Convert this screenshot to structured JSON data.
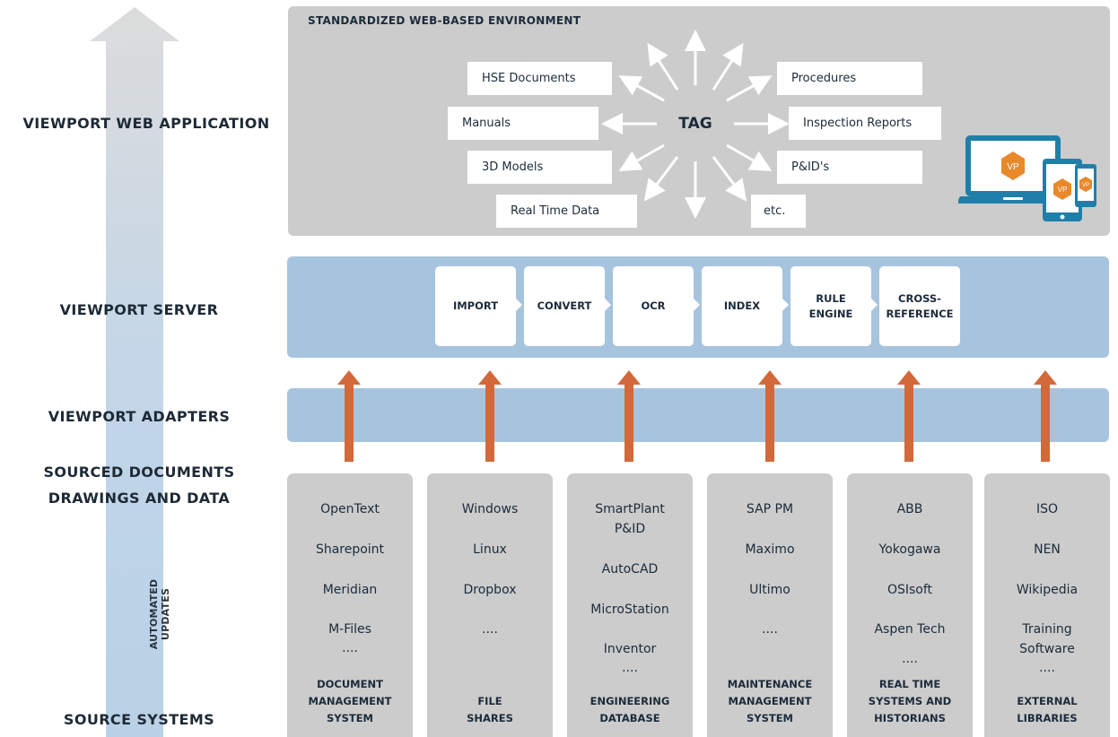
{
  "left_rail": {
    "automated_updates": "AUTOMATED UPDATES",
    "layers": {
      "web_app": "VIEWPORT WEB APPLICATION",
      "server": "VIEWPORT SERVER",
      "adapters": "VIEWPORT ADAPTERS",
      "sourced_line1": "SOURCED DOCUMENTS",
      "sourced_line2": "DRAWINGS AND DATA",
      "source_systems": "SOURCE SYSTEMS"
    }
  },
  "web_panel": {
    "title": "STANDARDIZED WEB-BASED ENVIRONMENT",
    "center": "TAG",
    "left_items": [
      "HSE Documents",
      "Manuals",
      "3D Models",
      "Real Time Data"
    ],
    "right_items": [
      "Procedures",
      "Inspection Reports",
      "P&ID's",
      "etc."
    ],
    "device_badges": [
      "VP",
      "VP",
      "VP"
    ]
  },
  "server": {
    "steps": [
      "IMPORT",
      "CONVERT",
      "OCR",
      "INDEX",
      "RULE\nENGINE",
      "CROSS-\nREFERENCE"
    ]
  },
  "sources": [
    {
      "items": [
        "OpenText",
        "Sharepoint",
        "Meridian",
        "M-Files",
        "...."
      ],
      "category": "DOCUMENT\nMANAGEMENT\nSYSTEM"
    },
    {
      "items": [
        "Windows",
        "Linux",
        "Dropbox",
        "...."
      ],
      "category": "FILE\nSHARES"
    },
    {
      "items": [
        "SmartPlant\nP&ID",
        "AutoCAD",
        "MicroStation",
        "Inventor",
        "...."
      ],
      "category": "ENGINEERING\nDATABASE"
    },
    {
      "items": [
        "SAP PM",
        "Maximo",
        "Ultimo",
        "...."
      ],
      "category": "MAINTENANCE\nMANAGEMENT\nSYSTEM"
    },
    {
      "items": [
        "ABB",
        "Yokogawa",
        "OSIsoft",
        "Aspen Tech",
        "...."
      ],
      "category": "REAL TIME\nSYSTEMS AND\nHISTORIANS"
    },
    {
      "items": [
        "ISO",
        "NEN",
        "Wikipedia",
        "Training\nSoftware",
        "...."
      ],
      "category": "EXTERNAL\nLIBRARIES"
    }
  ],
  "colors": {
    "panel_gray": "#cccccc",
    "panel_blue": "#a7c4de",
    "arrow_orange": "#d2693a",
    "badge_orange": "#e8892b",
    "device_teal": "#1f7fa8"
  }
}
